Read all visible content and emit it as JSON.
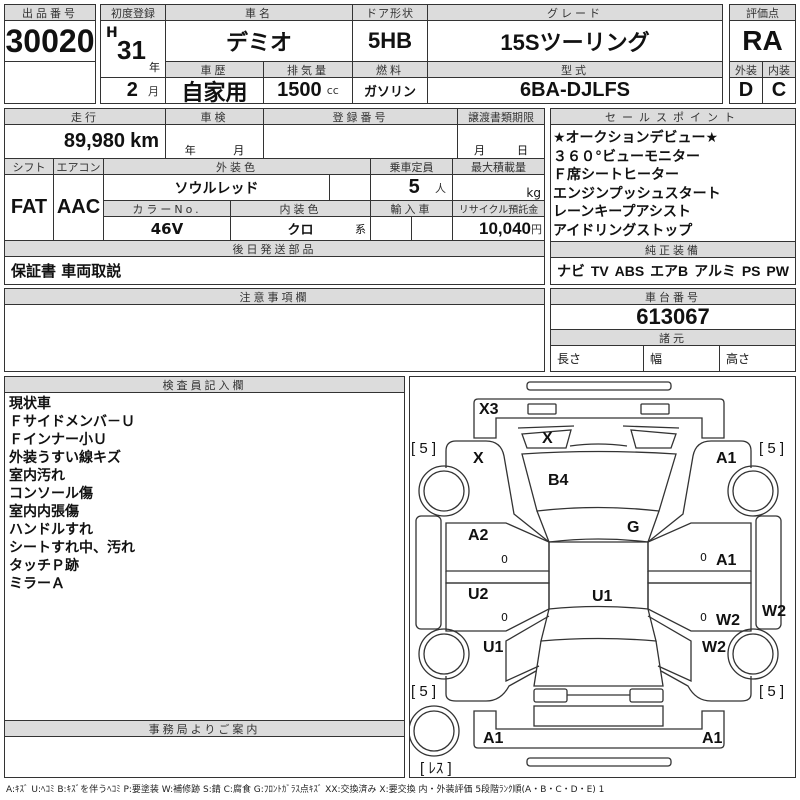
{
  "lot": {
    "label": "出品番号",
    "value": "30020"
  },
  "first_reg": {
    "label": "初度登録",
    "era": "H",
    "year": "31",
    "year_unit": "年",
    "month": "2",
    "month_unit": "月"
  },
  "car_name": {
    "label": "車名",
    "value": "デミオ"
  },
  "door": {
    "label": "ドア形状",
    "value": "5HB"
  },
  "grade": {
    "label": "グレード",
    "value": "15Sツーリング"
  },
  "history": {
    "label": "車歴",
    "value": "自家用"
  },
  "displacement": {
    "label": "排気量",
    "value": "1500",
    "unit": "cc"
  },
  "fuel": {
    "label": "燃料",
    "value": "ガソリン"
  },
  "model": {
    "label": "型式",
    "value": "6BA-DJLFS"
  },
  "score": {
    "label": "評価点",
    "value": "RA",
    "ext_label": "外装",
    "int_label": "内装",
    "ext": "D",
    "int": "C"
  },
  "mileage": {
    "label": "走行",
    "value": "89,980",
    "unit": "km"
  },
  "inspection": {
    "label": "車検",
    "year_unit": "年",
    "month_unit": "月"
  },
  "reg_number": {
    "label": "登録番号"
  },
  "transfer": {
    "label": "譲渡書類期限",
    "month_unit": "月",
    "day_unit": "日"
  },
  "shift": {
    "label": "シフト",
    "value": "FAT"
  },
  "ac": {
    "label": "エアコン",
    "value": "AAC"
  },
  "ext_color": {
    "label": "外装色",
    "value": "ソウルレッド"
  },
  "capacity": {
    "label": "乗車定員",
    "value": "5",
    "unit": "人"
  },
  "max_load": {
    "label": "最大積載量",
    "unit": "kg"
  },
  "color_no": {
    "label": "カラーNo.",
    "value": "46V"
  },
  "int_color": {
    "label": "内装色",
    "value": "クロ",
    "suffix": "系"
  },
  "import": {
    "label": "輸入車"
  },
  "recycle": {
    "label": "リサイクル預託金",
    "value": "10,040",
    "unit": "円"
  },
  "later_parts": {
    "label": "後日発送部品",
    "value": "保証書 車両取説"
  },
  "sales_points": {
    "label": "セールスポイント",
    "items": [
      "★オークションデビュー★",
      "３６０°ビューモニター",
      "Ｆ席シートヒーター",
      "エンジンプッシュスタート",
      "レーンキープアシスト",
      "アイドリングストップ"
    ]
  },
  "equipment": {
    "label": "純正装備",
    "items": [
      "ナビ",
      "TV",
      "ABS",
      "エアB",
      "アルミ",
      "PS",
      "PW"
    ]
  },
  "notes": {
    "label": "注意事項欄"
  },
  "chassis": {
    "label": "車台番号",
    "value": "613067"
  },
  "specs": {
    "label": "諸元",
    "length": "長さ",
    "width": "幅",
    "height": "高さ"
  },
  "inspector": {
    "label": "検査員記入欄",
    "items": [
      "現状車",
      "Ｆサイドメンバ－Ｕ",
      "Ｆインナー小Ｕ",
      "外装うすい線キズ",
      "室内汚れ",
      "コンソール傷",
      "室内内張傷",
      "ハンドルすれ",
      "シートすれ中、汚れ",
      "タッチＰ跡",
      "ミラーＡ"
    ]
  },
  "office": {
    "label": "事務局よりご案内"
  },
  "diagram": {
    "marks": [
      "X3",
      "X",
      "X",
      "B4",
      "A1",
      "G",
      "A2",
      "A1",
      "U2",
      "U1",
      "W2",
      "W2",
      "U1",
      "W2",
      "A1",
      "A1"
    ],
    "zeros": [
      "0",
      "0",
      "0",
      "0"
    ],
    "tires": [
      "[ 5 ]",
      "[ 5 ]",
      "[ 5 ]",
      "[ 5 ]"
    ],
    "spare": "[ ﾚｽ ]"
  },
  "legend": "A:ｷｽﾞ U:ﾍｺﾐ B:ｷｽﾞを伴うﾍｺﾐ P:要塗装 W:補修跡 S:錆 C:腐食 G:ﾌﾛﾝﾄｶﾞﾗｽ点ｷｽﾞ XX:交換済み X:要交換  内・外装評価  5段階ﾗﾝｸ順(A・B・C・D・E) 1"
}
